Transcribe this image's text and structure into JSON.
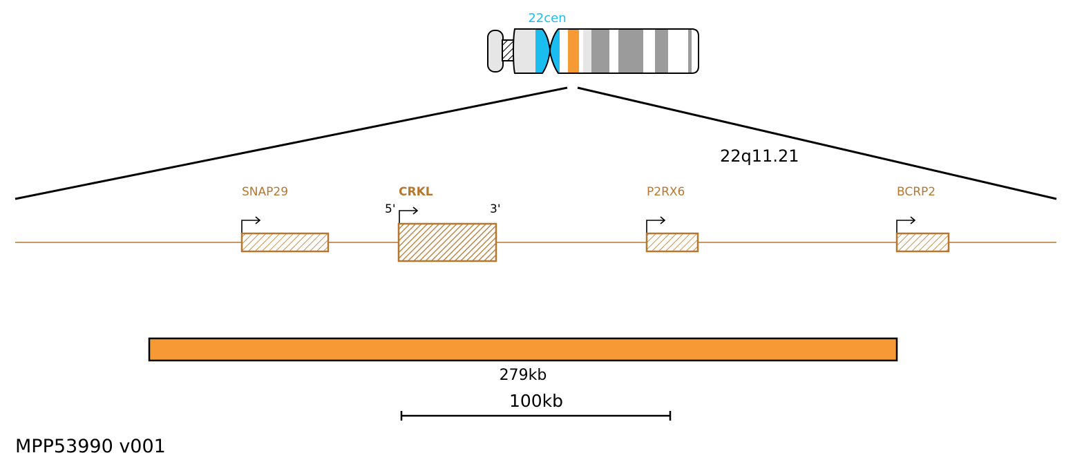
{
  "chromosome": {
    "centromere_label": "22cen",
    "band_label": "22q11.21"
  },
  "genes": [
    {
      "name": "SNAP29",
      "bold": false
    },
    {
      "name": "CRKL",
      "bold": true,
      "five_prime": "5'",
      "three_prime": "3'"
    },
    {
      "name": "P2RX6",
      "bold": false
    },
    {
      "name": "BCRP2",
      "bold": false
    }
  ],
  "probe": {
    "size_label": "279kb"
  },
  "scale_bar": {
    "label": "100kb"
  },
  "footer": {
    "probe_id": "MPP53990 v001"
  },
  "colors": {
    "gene": "#b5772e",
    "probe": "#f79a36",
    "centromere": "#1bbcef",
    "line": "#000000",
    "grey_band": "#9b9b9b",
    "light_band": "#e6e6e6"
  }
}
